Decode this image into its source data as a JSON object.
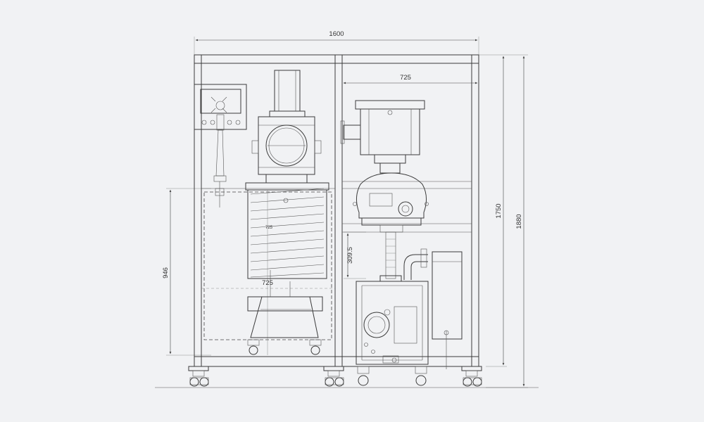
{
  "dimensions": {
    "total_width": "1600",
    "pump_section_width": "725",
    "frame_height": "1750",
    "overall_height": "1880",
    "chamber_height": "946",
    "spacing": "309.5",
    "inner_label_a": "725",
    "inner_label_b": "725"
  }
}
